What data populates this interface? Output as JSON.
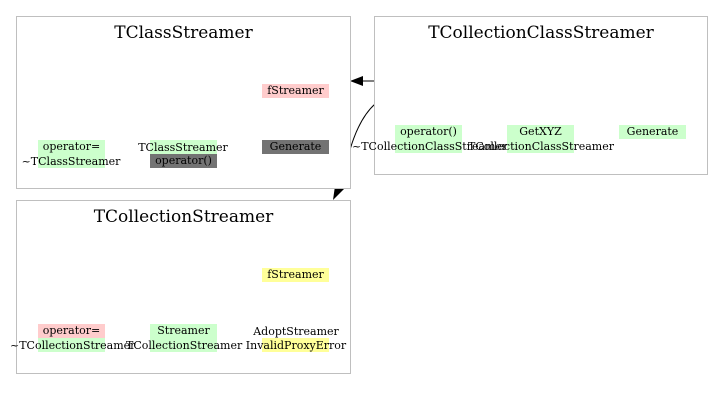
{
  "colors": {
    "public": "#ccffcc",
    "protected": "#ffcccc",
    "private": "#737373",
    "pointer": "#ffff99",
    "border": "#bfbfbf"
  },
  "classes": {
    "tclassstreamer": {
      "title": "TClassStreamer",
      "member": "fStreamer",
      "private_method": "Generate",
      "operator": "operator=",
      "destructor": "~TClassStreamer",
      "constructor": "TClassStreamer",
      "call_operator": "operator()"
    },
    "tcollectionclassstreamer": {
      "title": "TCollectionClassStreamer",
      "call_operator": "operator()",
      "destructor": "~TCollectionClassStreamer",
      "getxyz": "GetXYZ",
      "constructor": "TCollectionClassStreamer",
      "generate": "Generate"
    },
    "tcollectionstreamer": {
      "title": "TCollectionStreamer",
      "member": "fStreamer",
      "operator": "operator=",
      "destructor": "~TCollectionStreamer",
      "streamer": "Streamer",
      "constructor": "TCollectionStreamer",
      "adopt": "AdoptStreamer",
      "invalid": "InvalidProxyError"
    }
  }
}
